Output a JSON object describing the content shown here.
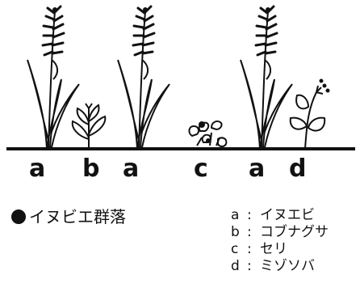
{
  "diagram": {
    "plant_labels": [
      "a",
      "b",
      "a",
      "c",
      "a",
      "d"
    ],
    "title": "イヌビエ群落",
    "legend": [
      {
        "key": "a",
        "sep": ":",
        "name": "イヌエビ"
      },
      {
        "key": "b",
        "sep": ":",
        "name": "コブナグサ"
      },
      {
        "key": "c",
        "sep": ":",
        "name": "セリ"
      },
      {
        "key": "d",
        "sep": ":",
        "name": "ミゾソバ"
      }
    ]
  },
  "colors": {
    "ink": "#111111",
    "background": "#ffffff"
  }
}
